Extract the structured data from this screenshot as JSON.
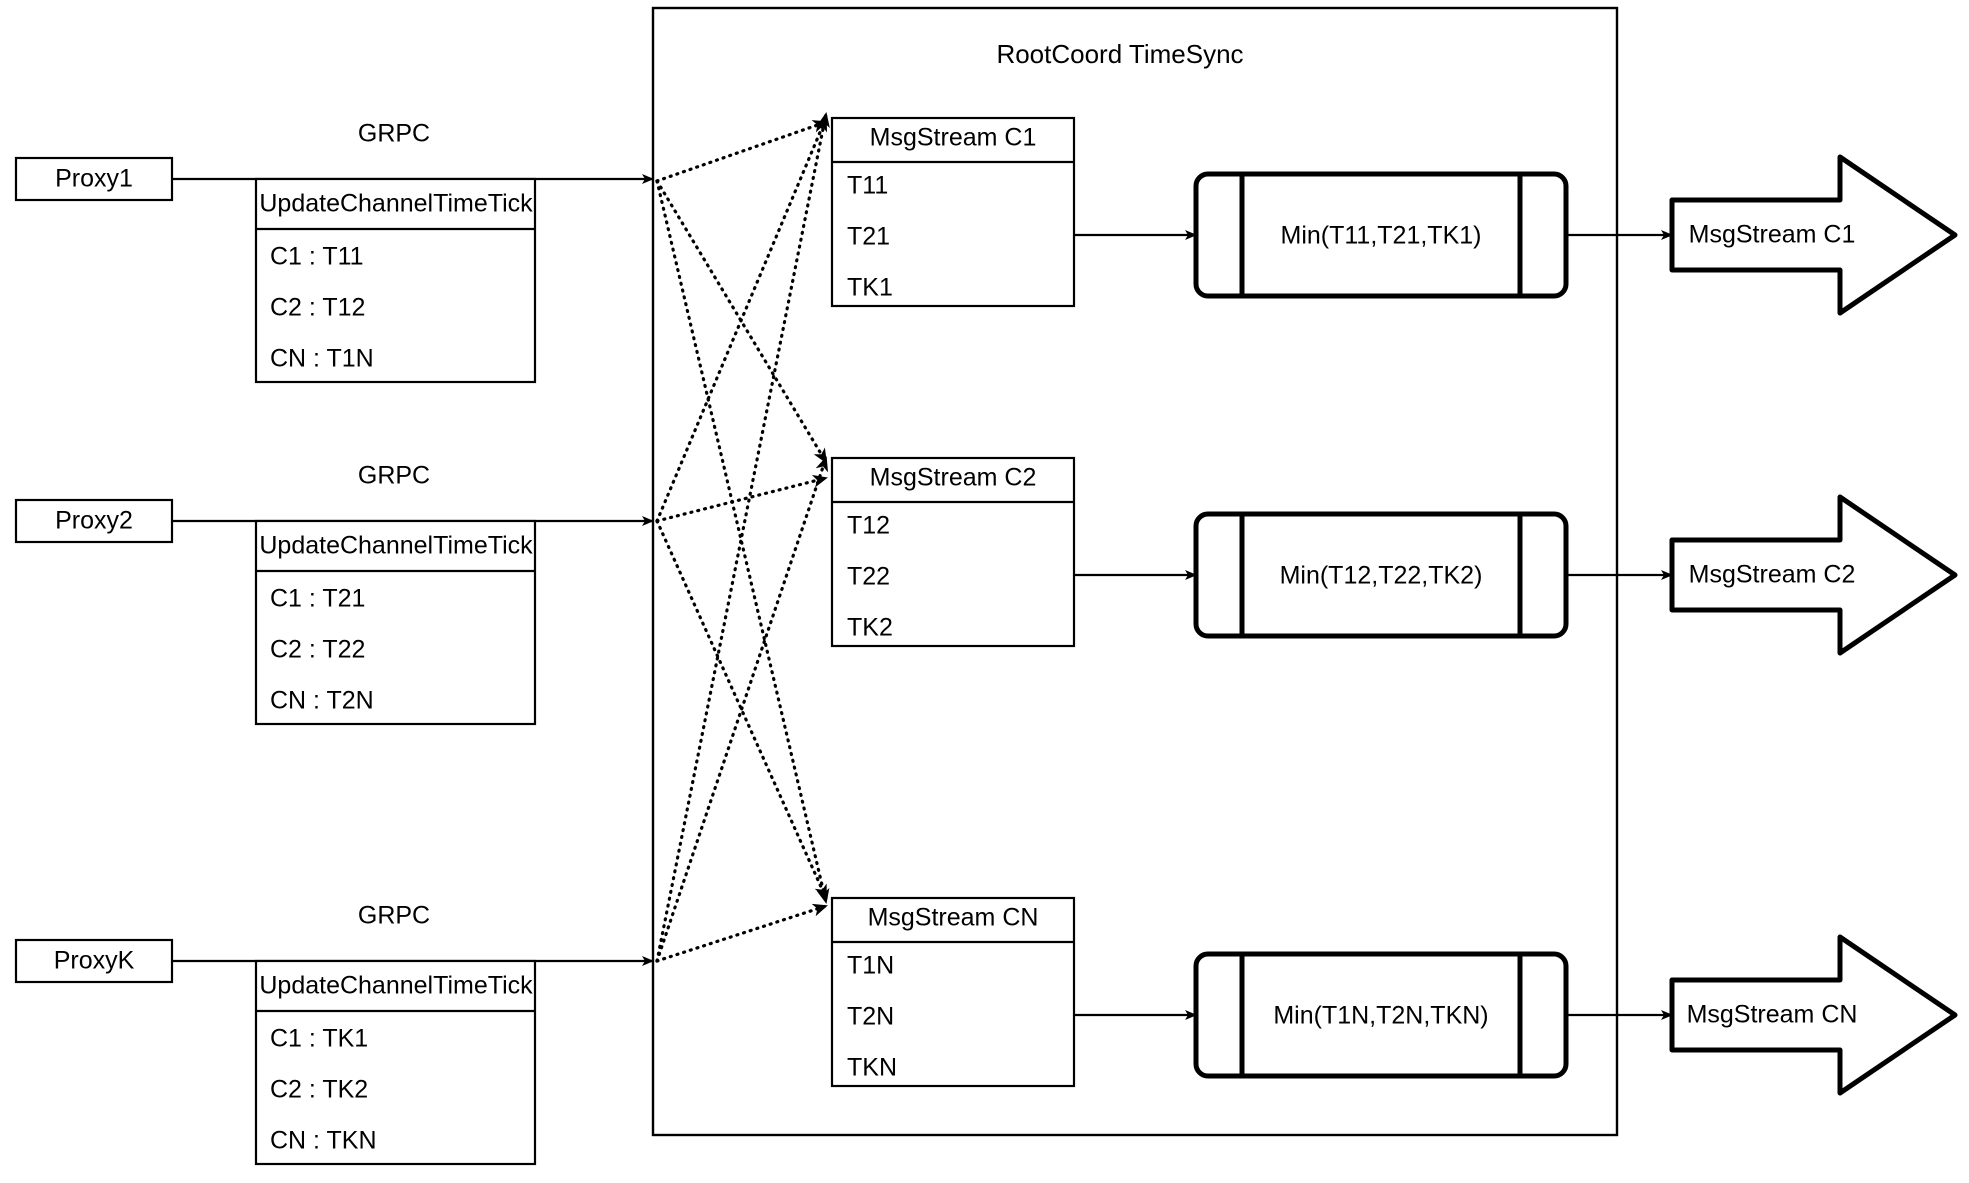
{
  "diagram": {
    "title": "RootCoord TimeSync",
    "container_label": "RootCoord TimeSync",
    "colors": {
      "stroke": "#000000",
      "fill": "#ffffff"
    },
    "proxies": [
      {
        "name": "Proxy1",
        "protocol": "GRPC",
        "request_title": "UpdateChannelTimeTick",
        "entries": [
          "C1 :  T11",
          "C2 :  T12",
          "CN : T1N"
        ]
      },
      {
        "name": "Proxy2",
        "protocol": "GRPC",
        "request_title": "UpdateChannelTimeTick",
        "entries": [
          "C1 :  T21",
          "C2 :  T22",
          "CN : T2N"
        ]
      },
      {
        "name": "ProxyK",
        "protocol": "GRPC",
        "request_title": "UpdateChannelTimeTick",
        "entries": [
          "C1 :  TK1",
          "C2 :  TK2",
          "CN : TKN"
        ]
      }
    ],
    "channels": [
      {
        "stream_title": "MsgStream C1",
        "ticks": [
          "T11",
          "T21",
          "TK1"
        ],
        "min_label": "Min(T11,T21,TK1)",
        "output_label": "MsgStream C1"
      },
      {
        "stream_title": "MsgStream C2",
        "ticks": [
          "T12",
          "T22",
          "TK2"
        ],
        "min_label": "Min(T12,T22,TK2)",
        "output_label": "MsgStream C2"
      },
      {
        "stream_title": "MsgStream CN",
        "ticks": [
          "T1N",
          "T2N",
          "TKN"
        ],
        "min_label": "Min(T1N,T2N,TKN)",
        "output_label": "MsgStream CN"
      }
    ]
  }
}
